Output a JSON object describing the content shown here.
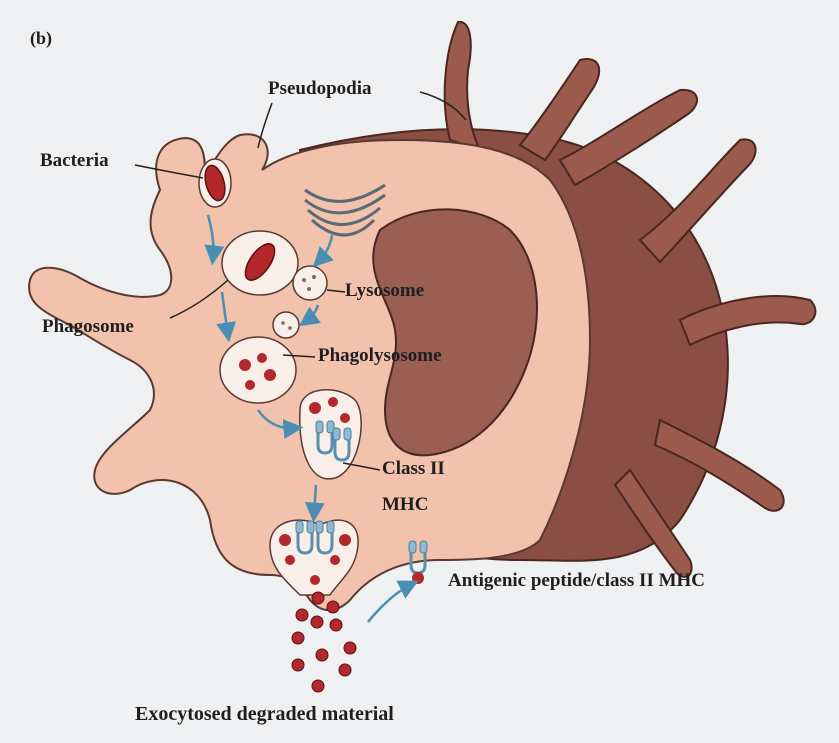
{
  "panel_label": "(b)",
  "labels": {
    "pseudopodia": "Pseudopodia",
    "bacteria": "Bacteria",
    "phagosome": "Phagosome",
    "lysosome": "Lysosome",
    "phagolysosome": "Phagolysosome",
    "class2_line1": "Class II",
    "class2_line2": "MHC",
    "antigenic": "Antigenic peptide/class II MHC",
    "exocytosed": "Exocytosed degraded material"
  },
  "colors": {
    "background": "#eef0f1",
    "cytoplasm": "#f2c2ad",
    "cell_dark": "#8a4e42",
    "nucleus": "#9b5f52",
    "bacteria_red": "#b3282a",
    "arrow_blue": "#4a8fb3",
    "mhc_blue": "#8fb9d1",
    "vesicle_fill": "#f8efe9"
  }
}
